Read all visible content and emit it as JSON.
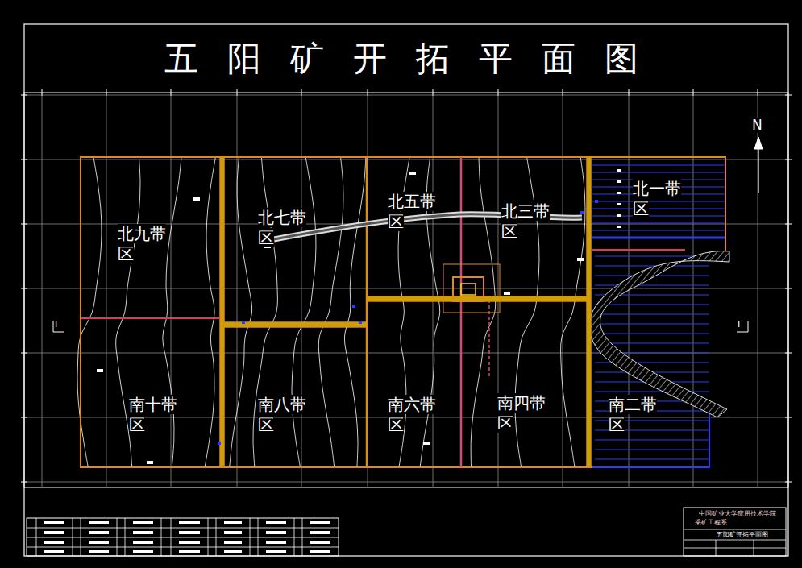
{
  "diagram": {
    "title": "五阳矿开拓平面图",
    "nodes": [
      {
        "text": [
          "北九带 区"
        ]
      },
      {
        "text": [
          "北七带 区"
        ]
      },
      {
        "text": [
          "北五带 区"
        ]
      },
      {
        "text": [
          "北三带 区"
        ]
      },
      {
        "text": [
          "北一带 区"
        ]
      },
      {
        "text": [
          "南十带 区"
        ]
      },
      {
        "text": [
          "南八带 区"
        ]
      },
      {
        "text": [
          "南六带 区"
        ]
      },
      {
        "text": [
          "南四带 区"
        ]
      },
      {
        "text": [
          "南二带 区"
        ]
      }
    ],
    "labels": [
      "N",
      "I",
      "I",
      "中国矿业大学应用技术学院",
      "采矿工程系",
      "五阳矿开拓平面图"
    ]
  }
}
